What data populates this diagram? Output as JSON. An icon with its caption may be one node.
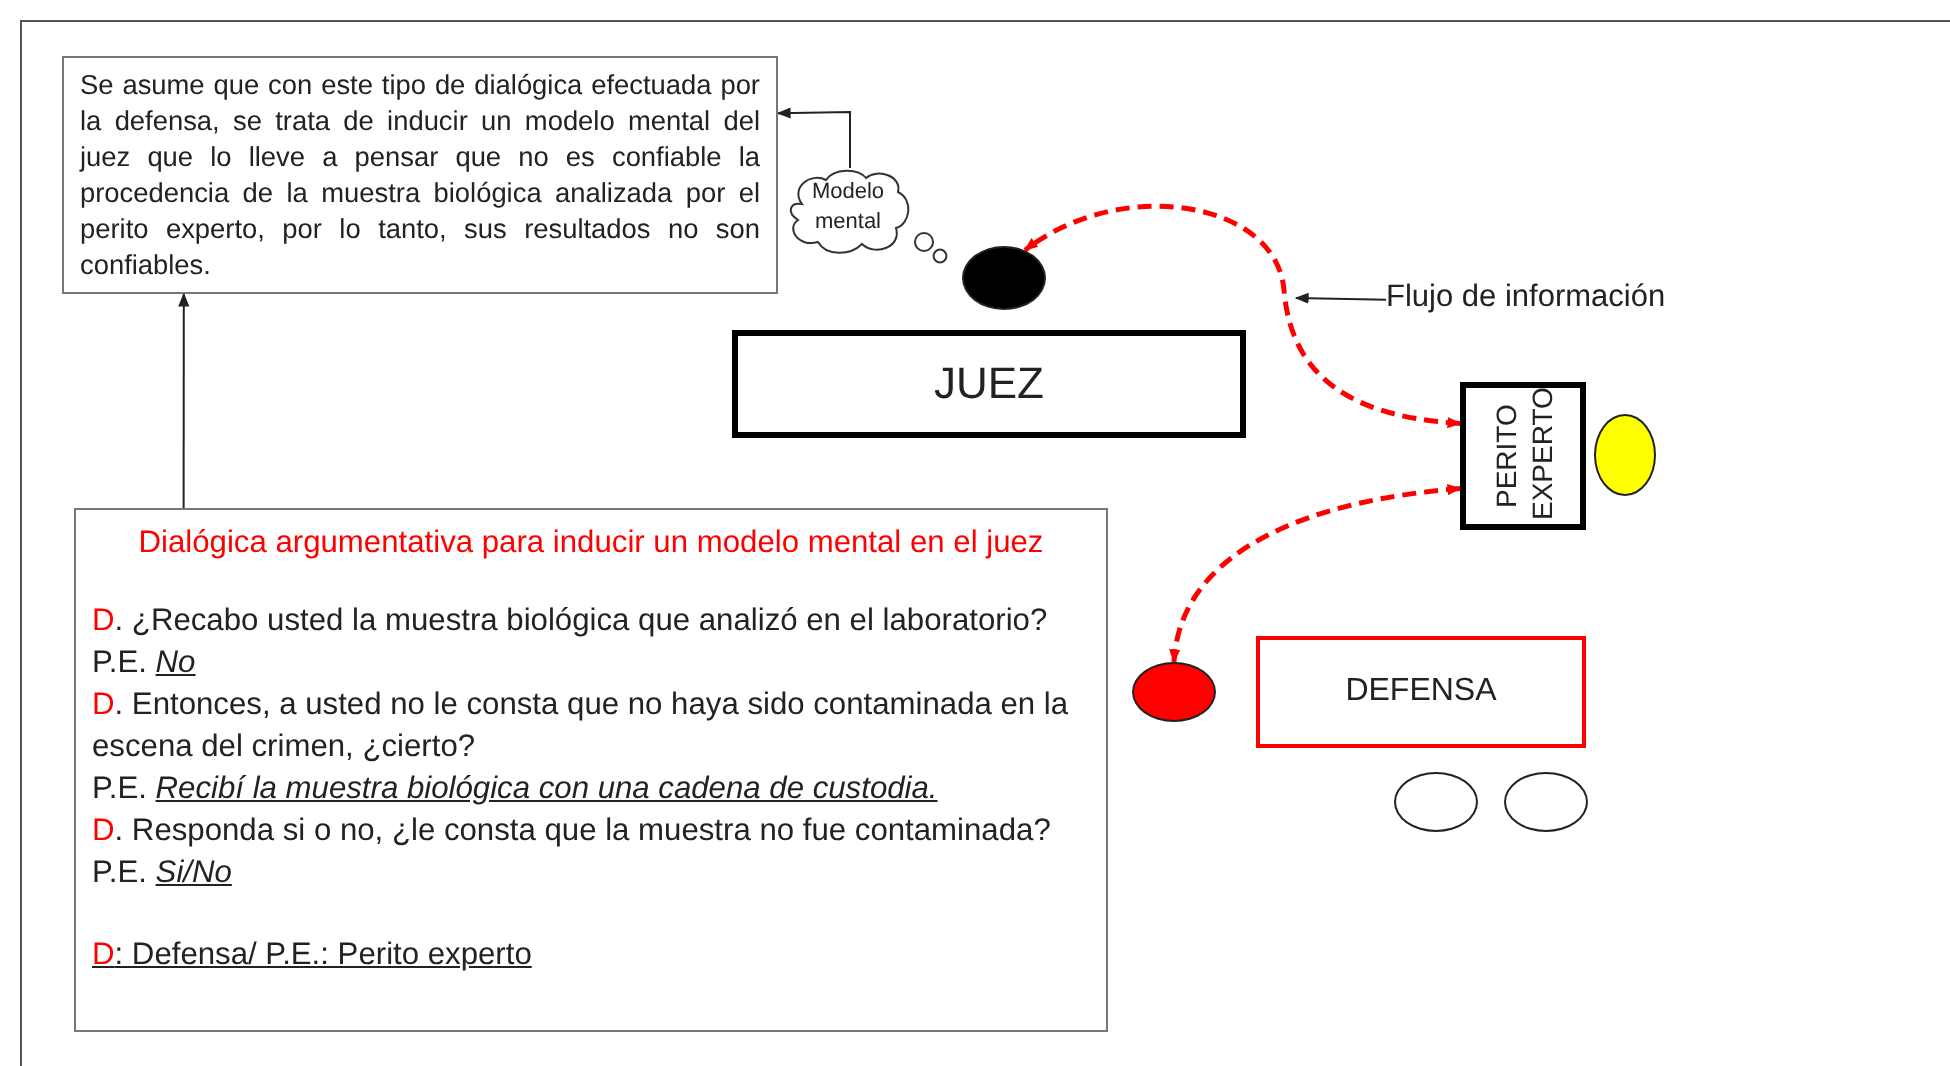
{
  "diagram": {
    "nodes": [
      {
        "text": [
          "Se asume que con este tipo de dialógica efectuada por la defensa, se trata de inducir un modelo mental del juez que lo lleve a pensar que no es confiable la procedencia de la muestra biológica analizada por el perito experto, por lo tanto, sus resultados no son confiables."
        ]
      },
      {
        "text": [
          "Modelo mental"
        ]
      },
      {
        "text": [],
        "shape": "circle"
      },
      {
        "text": [
          "JUEZ"
        ]
      },
      {
        "text": [
          "PERITO EXPERTO"
        ]
      },
      {
        "text": [],
        "shape": "circle"
      },
      {
        "text": [
          "Dialógica argumentativa para inducir un modelo mental en el juez",
          "D. ¿Recabo usted la muestra biológica que analizó en el laboratorio?",
          "P.E. *No*",
          "D. Entonces, a usted no le consta que no haya sido contaminada en la escena del crimen, ¿cierto?",
          "P.E. *Recibí la muestra biológica con una cadena de custodia.*",
          "D. Responda si o no, ¿le consta que la muestra no fue contaminada?",
          "P.E. *Si/No*",
          "D: Defensa/ P.E.: Perito experto"
        ]
      },
      {
        "text": [],
        "shape": "circle"
      },
      {
        "text": [
          "DEFENSA"
        ]
      },
      {
        "text": [],
        "shape": "circle"
      },
      {
        "text": [],
        "shape": "circle"
      },
      {
        "text": [
          "Flujo de información"
        ]
      }
    ],
    "edges": [
      {
        "from": 6,
        "to": 0,
        "arrow": "to"
      },
      {
        "from": 1,
        "to": 0,
        "arrow": "to"
      },
      {
        "from": 4,
        "to": 2,
        "arrow": "both",
        "style": "dashed",
        "color": "#ff0000"
      },
      {
        "from": 4,
        "to": 7,
        "arrow": "both",
        "style": "dashed",
        "color": "#ff0000"
      },
      {
        "from": 11,
        "to": null,
        "arrow": "to"
      }
    ]
  }
}
